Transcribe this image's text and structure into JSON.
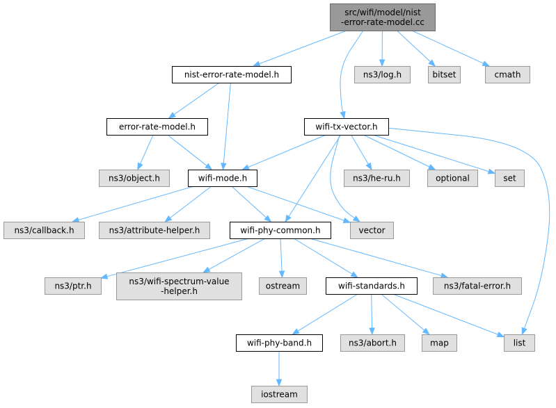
{
  "graph": {
    "title": "",
    "colors": {
      "root_fill": "#999999",
      "root_border": "#666666",
      "local_fill": "#ffffff",
      "local_border": "#000000",
      "external_fill": "#e0e0e0",
      "external_border": "#999999",
      "edge": "#63b8ff"
    },
    "nodes": {
      "root": {
        "lines": [
          "src/wifi/model/nist",
          "-error-rate-model.cc"
        ],
        "kind": "root"
      },
      "nist_h": {
        "lines": [
          "nist-error-rate-model.h"
        ],
        "kind": "local"
      },
      "log_h": {
        "lines": [
          "ns3/log.h"
        ],
        "kind": "external"
      },
      "bitset": {
        "lines": [
          "bitset"
        ],
        "kind": "external"
      },
      "cmath": {
        "lines": [
          "cmath"
        ],
        "kind": "external"
      },
      "error_rate_model_h": {
        "lines": [
          "error-rate-model.h"
        ],
        "kind": "local"
      },
      "wifi_tx_vector_h": {
        "lines": [
          "wifi-tx-vector.h"
        ],
        "kind": "local"
      },
      "object_h": {
        "lines": [
          "ns3/object.h"
        ],
        "kind": "external"
      },
      "wifi_mode_h": {
        "lines": [
          "wifi-mode.h"
        ],
        "kind": "local"
      },
      "he_ru_h": {
        "lines": [
          "ns3/he-ru.h"
        ],
        "kind": "external"
      },
      "optional": {
        "lines": [
          "optional"
        ],
        "kind": "external"
      },
      "set": {
        "lines": [
          "set"
        ],
        "kind": "external"
      },
      "callback_h": {
        "lines": [
          "ns3/callback.h"
        ],
        "kind": "external"
      },
      "attribute_helper_h": {
        "lines": [
          "ns3/attribute-helper.h"
        ],
        "kind": "external"
      },
      "wifi_phy_common_h": {
        "lines": [
          "wifi-phy-common.h"
        ],
        "kind": "local"
      },
      "vector": {
        "lines": [
          "vector"
        ],
        "kind": "external"
      },
      "ptr_h": {
        "lines": [
          "ns3/ptr.h"
        ],
        "kind": "external"
      },
      "wifi_spectrum_value_helper_h": {
        "lines": [
          "ns3/wifi-spectrum-value",
          "-helper.h"
        ],
        "kind": "external"
      },
      "ostream": {
        "lines": [
          "ostream"
        ],
        "kind": "external"
      },
      "wifi_standards_h": {
        "lines": [
          "wifi-standards.h"
        ],
        "kind": "local"
      },
      "fatal_error_h": {
        "lines": [
          "ns3/fatal-error.h"
        ],
        "kind": "external"
      },
      "wifi_phy_band_h": {
        "lines": [
          "wifi-phy-band.h"
        ],
        "kind": "local"
      },
      "abort_h": {
        "lines": [
          "ns3/abort.h"
        ],
        "kind": "external"
      },
      "map": {
        "lines": [
          "map"
        ],
        "kind": "external"
      },
      "list": {
        "lines": [
          "list"
        ],
        "kind": "external"
      },
      "iostream": {
        "lines": [
          "iostream"
        ],
        "kind": "external"
      }
    },
    "edges": [
      [
        "root",
        "nist_h"
      ],
      [
        "root",
        "log_h"
      ],
      [
        "root",
        "bitset"
      ],
      [
        "root",
        "cmath"
      ],
      [
        "root",
        "wifi_tx_vector_h"
      ],
      [
        "nist_h",
        "error_rate_model_h"
      ],
      [
        "nist_h",
        "wifi_mode_h"
      ],
      [
        "error_rate_model_h",
        "object_h"
      ],
      [
        "error_rate_model_h",
        "wifi_mode_h"
      ],
      [
        "wifi_tx_vector_h",
        "wifi_mode_h"
      ],
      [
        "wifi_tx_vector_h",
        "he_ru_h"
      ],
      [
        "wifi_tx_vector_h",
        "optional"
      ],
      [
        "wifi_tx_vector_h",
        "set"
      ],
      [
        "wifi_tx_vector_h",
        "vector"
      ],
      [
        "wifi_tx_vector_h",
        "wifi_phy_common_h"
      ],
      [
        "wifi_tx_vector_h",
        "list"
      ],
      [
        "wifi_mode_h",
        "callback_h"
      ],
      [
        "wifi_mode_h",
        "attribute_helper_h"
      ],
      [
        "wifi_mode_h",
        "wifi_phy_common_h"
      ],
      [
        "wifi_mode_h",
        "vector"
      ],
      [
        "wifi_phy_common_h",
        "ptr_h"
      ],
      [
        "wifi_phy_common_h",
        "wifi_spectrum_value_helper_h"
      ],
      [
        "wifi_phy_common_h",
        "ostream"
      ],
      [
        "wifi_phy_common_h",
        "wifi_standards_h"
      ],
      [
        "wifi_phy_common_h",
        "fatal_error_h"
      ],
      [
        "wifi_standards_h",
        "wifi_phy_band_h"
      ],
      [
        "wifi_standards_h",
        "abort_h"
      ],
      [
        "wifi_standards_h",
        "map"
      ],
      [
        "wifi_standards_h",
        "list"
      ],
      [
        "wifi_phy_band_h",
        "iostream"
      ]
    ]
  }
}
